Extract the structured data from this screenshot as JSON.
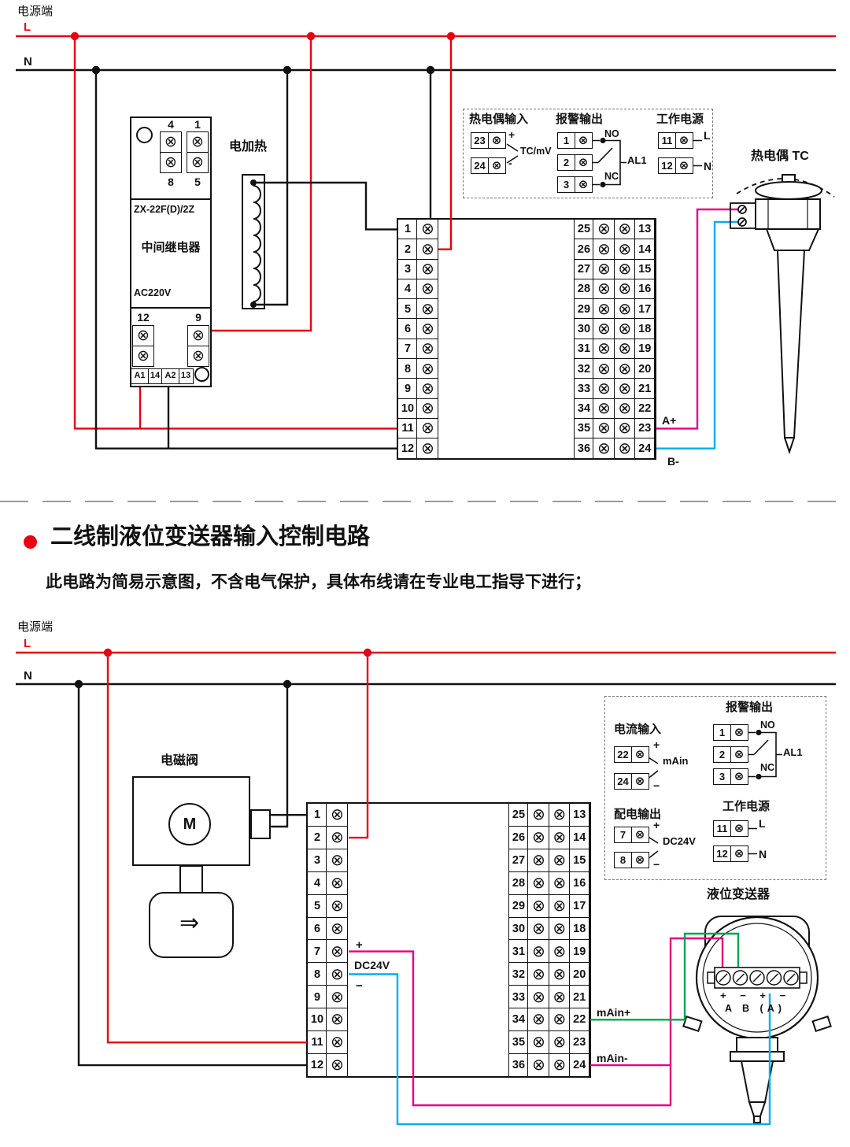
{
  "colors": {
    "line_red": "#e60012",
    "line_black": "#111111",
    "magenta": "#e4007f",
    "cyan": "#00aeef",
    "green": "#00a551",
    "accent_red": "#e60012"
  },
  "terminals": {
    "left": [
      "1",
      "2",
      "3",
      "4",
      "5",
      "6",
      "7",
      "8",
      "9",
      "10",
      "11",
      "12"
    ],
    "outer": [
      "25",
      "26",
      "27",
      "28",
      "29",
      "30",
      "31",
      "32",
      "33",
      "34",
      "35",
      "36"
    ],
    "inner": [
      "13",
      "14",
      "15",
      "16",
      "17",
      "18",
      "19",
      "20",
      "21",
      "22",
      "23",
      "24"
    ]
  },
  "top": {
    "power_label": "电源端",
    "l": "L",
    "n": "N",
    "relay": {
      "t4": "4",
      "t1": "1",
      "t8": "8",
      "t5": "5",
      "model": "ZX-22F(D)/2Z",
      "name": "中间继电器",
      "volt": "AC220V",
      "t12": "12",
      "t9": "9",
      "a1": "A1",
      "n14": "14",
      "a2": "A2",
      "n13": "13"
    },
    "heater": "电加热",
    "a_plus": "A+",
    "b_minus": "B-",
    "legend": {
      "tc": {
        "title": "热电偶输入",
        "r1": "23",
        "r2": "24",
        "plus": "+",
        "minus": "-",
        "sig": "TC/mV"
      },
      "alarm": {
        "title": "报警输出",
        "r1": "1",
        "r2": "2",
        "r3": "3",
        "no": "NO",
        "nc": "NC",
        "al": "AL1"
      },
      "pwr": {
        "title": "工作电源",
        "r1": "11",
        "r2": "12",
        "l": "L",
        "n": "N"
      }
    },
    "tc_label": "热电偶 TC"
  },
  "section2": {
    "title": "二线制液位变送器输入控制电路",
    "subtitle": "此电路为简易示意图，不含电气保护，具体布线请在专业电工指导下进行；"
  },
  "bottom": {
    "power_label": "电源端",
    "l": "L",
    "n": "N",
    "valve": "电磁阀",
    "motor": "M",
    "plus": "+",
    "minus": "−",
    "dc24v": "DC24V",
    "main_plus": "mAin+",
    "main_minus": "mAin-",
    "legend": {
      "cur": {
        "title": "电流输入",
        "r1": "22",
        "r2": "24",
        "plus": "+",
        "minus": "−",
        "sig": "mAin"
      },
      "alarm": {
        "title": "报警输出",
        "r1": "1",
        "r2": "2",
        "r3": "3",
        "no": "NO",
        "nc": "NC",
        "al": "AL1"
      },
      "dist": {
        "title": "配电输出",
        "r1": "7",
        "r2": "8",
        "plus": "+",
        "minus": "−",
        "sig": "DC24V"
      },
      "pwr": {
        "title": "工作电源",
        "r1": "11",
        "r2": "12",
        "l": "L",
        "n": "N"
      }
    },
    "trans_label": "液位变送器",
    "trans_marks": "+ − + −",
    "trans_marks2": "A B (A)"
  }
}
